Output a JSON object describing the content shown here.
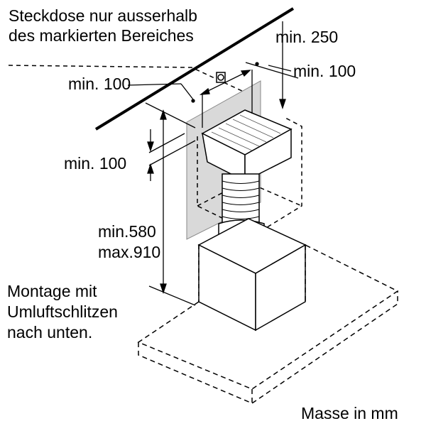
{
  "labels": {
    "socket_line1": "Steckdose nur ausserhalb",
    "socket_line2": "des markierten Bereiches",
    "min_250": "min. 250",
    "min_100_right": "min. 100",
    "min_100_left": "min. 100",
    "min_100_lower": "min. 100",
    "min_580": "min.580",
    "max_910": "max.910",
    "mount_line1": "Montage mit",
    "mount_line2": "Umluftschlitzen",
    "mount_line3": "nach unten.",
    "units": "Masse in mm"
  }
}
